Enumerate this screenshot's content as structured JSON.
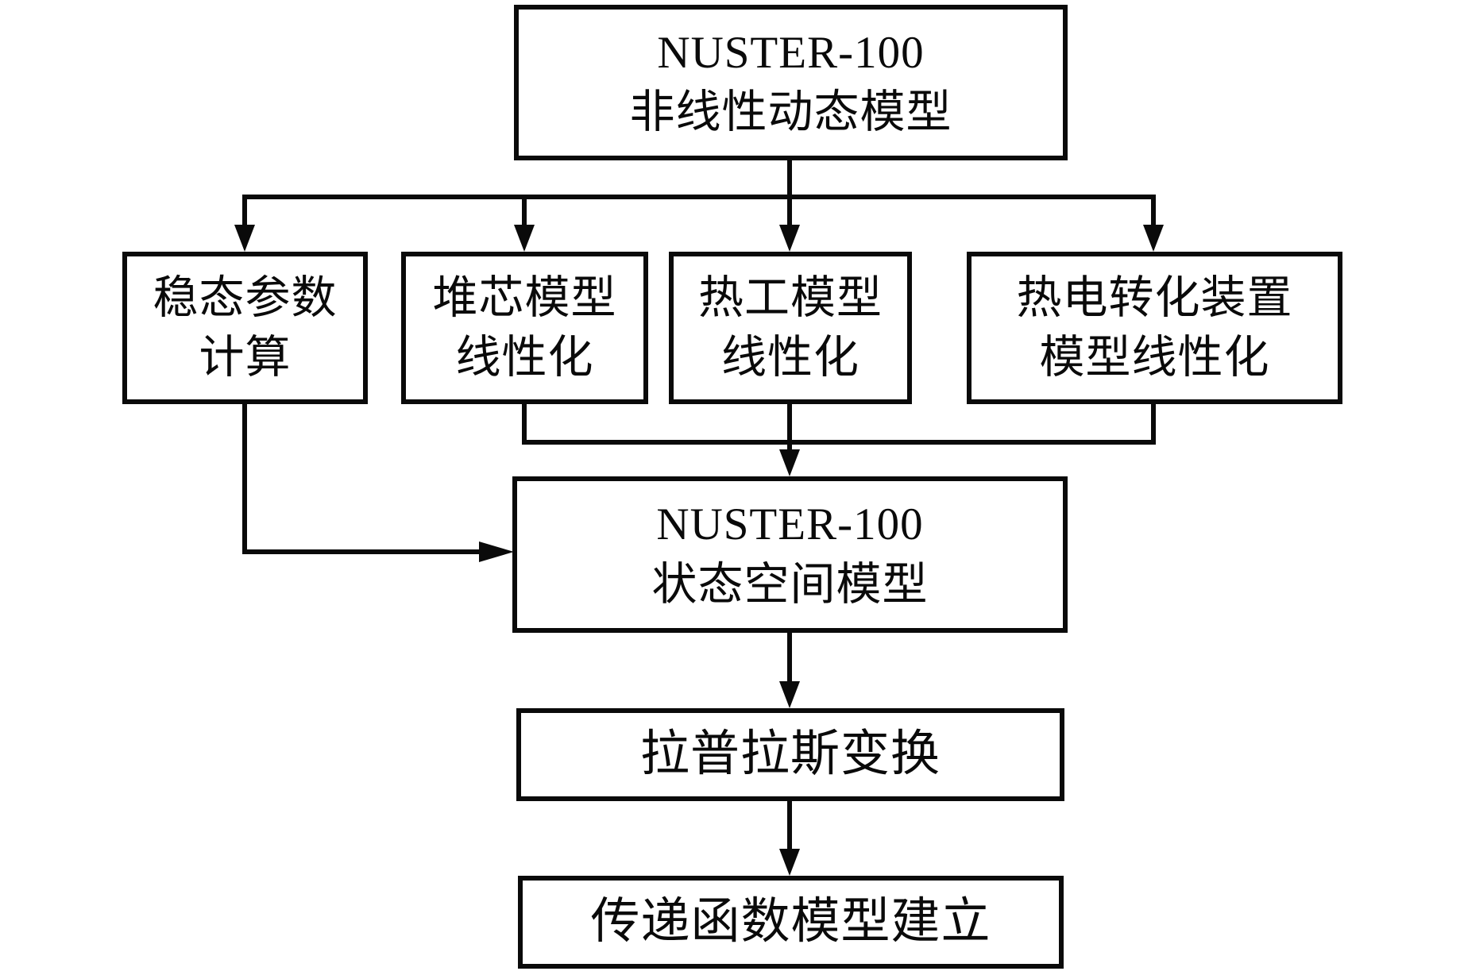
{
  "diagram": {
    "type": "flowchart",
    "colors": {
      "line": "#0a0a0a",
      "background": "#ffffff",
      "box_fill": "#ffffff"
    },
    "nodes": {
      "nonlinear_model": {
        "line1": "NUSTER-100",
        "line2": "非线性动态模型"
      },
      "steady_state_calc": {
        "line1": "稳态参数",
        "line2": "计算"
      },
      "core_model_linearization": {
        "line1": "堆芯模型",
        "line2": "线性化"
      },
      "thermal_model_linearization": {
        "line1": "热工模型",
        "line2": "线性化"
      },
      "thermoelectric_linearization": {
        "line1": "热电转化装置",
        "line2": "模型线性化"
      },
      "state_space_model": {
        "line1": "NUSTER-100",
        "line2": "状态空间模型"
      },
      "laplace_transform": {
        "line1": "拉普拉斯变换"
      },
      "transfer_function_model": {
        "line1": "传递函数模型建立"
      }
    },
    "edges": [
      {
        "from": "nonlinear_model",
        "to": "steady_state_calc"
      },
      {
        "from": "nonlinear_model",
        "to": "core_model_linearization"
      },
      {
        "from": "nonlinear_model",
        "to": "thermal_model_linearization"
      },
      {
        "from": "nonlinear_model",
        "to": "thermoelectric_linearization"
      },
      {
        "from": "steady_state_calc",
        "to": "state_space_model"
      },
      {
        "from": "core_model_linearization",
        "to": "state_space_model"
      },
      {
        "from": "thermal_model_linearization",
        "to": "state_space_model"
      },
      {
        "from": "thermoelectric_linearization",
        "to": "state_space_model"
      },
      {
        "from": "state_space_model",
        "to": "laplace_transform"
      },
      {
        "from": "laplace_transform",
        "to": "transfer_function_model"
      }
    ]
  }
}
